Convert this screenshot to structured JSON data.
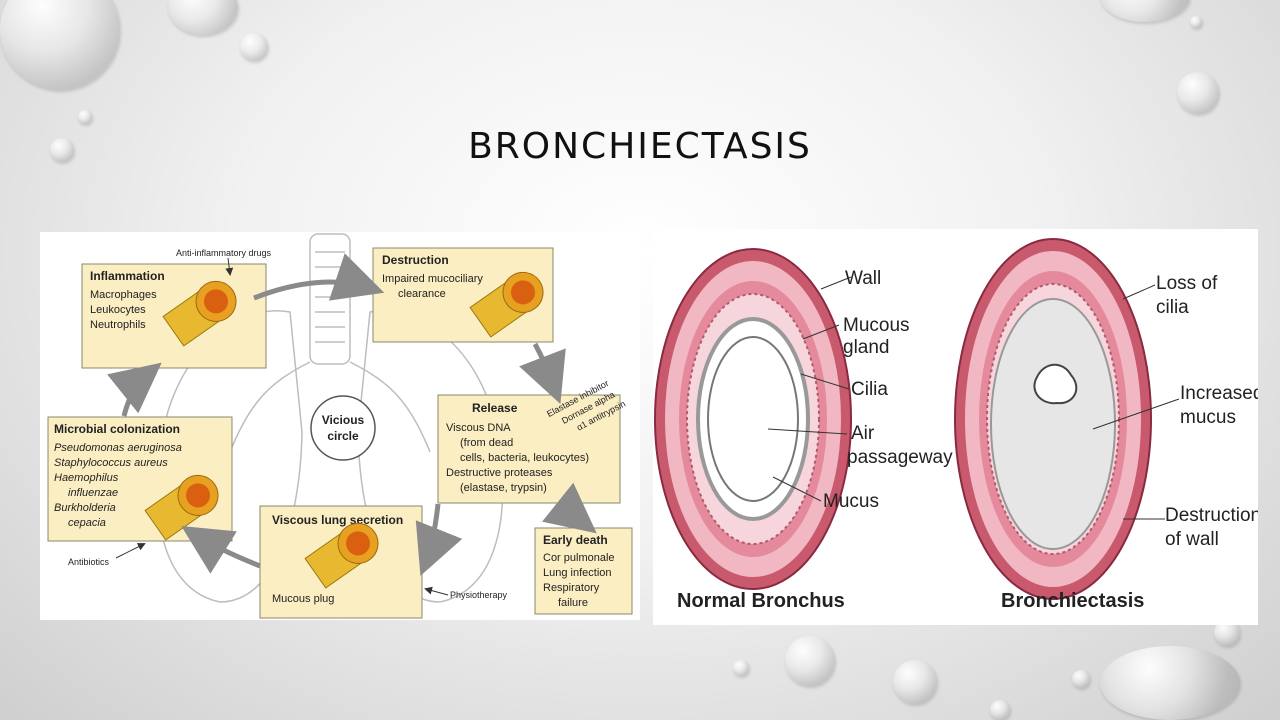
{
  "slide": {
    "title": "BRONCHIECTASIS"
  },
  "cycle": {
    "anti_inflammatory": "Anti-inflammatory drugs",
    "inflammation": {
      "title": "Inflammation",
      "lines": [
        "Macrophages",
        "Leukocytes",
        "Neutrophils"
      ]
    },
    "destruction": {
      "title": "Destruction",
      "lines": [
        "Impaired mucociliary",
        "clearance"
      ]
    },
    "release": {
      "title": "Release",
      "lines": [
        "Viscous DNA",
        "(from dead",
        "cells, bacteria, leukocytes)",
        "Destructive proteases",
        "(elastase, trypsin)"
      ]
    },
    "drugs_side": [
      "Elastase inhibitor",
      "Dornase alpha",
      "α1 antitrypsin"
    ],
    "vicious": [
      "Vicious",
      "circle"
    ],
    "microbial": {
      "title": "Microbial colonization",
      "lines": [
        "Pseudomonas aeruginosa",
        "Staphylococcus aureus",
        "Haemophilus",
        "influenzae",
        "Burkholderia",
        "cepacia"
      ]
    },
    "antibiotics": "Antibiotics",
    "viscous": {
      "title": "Viscous lung secretion",
      "lines": [
        "Mucous plug"
      ]
    },
    "physiotherapy": "Physiotherapy",
    "early_death": {
      "title": "Early death",
      "lines": [
        "Cor pulmonale",
        "Lung infection",
        "Respiratory",
        "failure"
      ]
    }
  },
  "bronchus": {
    "normal_labels": [
      "Wall",
      "Mucous",
      "gland",
      "Cilia",
      "Air",
      "passageway",
      "Mucus"
    ],
    "bronch_labels": [
      "Loss of",
      "cilia",
      "Increased",
      "mucus",
      "Destruction",
      "of wall"
    ],
    "caption_normal": "Normal Bronchus",
    "caption_bronch": "Bronchiectasis"
  }
}
